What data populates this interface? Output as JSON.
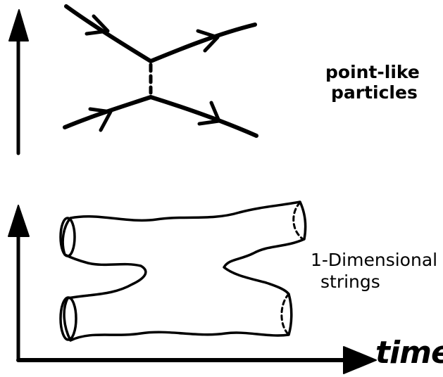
{
  "diagram": {
    "particles_label_line1": "point-like",
    "particles_label_line2": "particles",
    "strings_label_line1": "1-Dimensional",
    "strings_label_line2": "strings",
    "time_label": "time",
    "colors": {
      "ink": "#000000",
      "paper": "#ffffff"
    }
  }
}
